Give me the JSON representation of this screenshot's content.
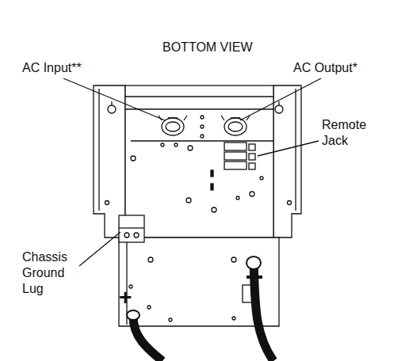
{
  "diagram": {
    "title": "BOTTOM VIEW",
    "labels": [
      "AC Input**",
      "AC Output*",
      "Remote Jack",
      "Chassis Ground Lug",
      "+"
    ]
  }
}
